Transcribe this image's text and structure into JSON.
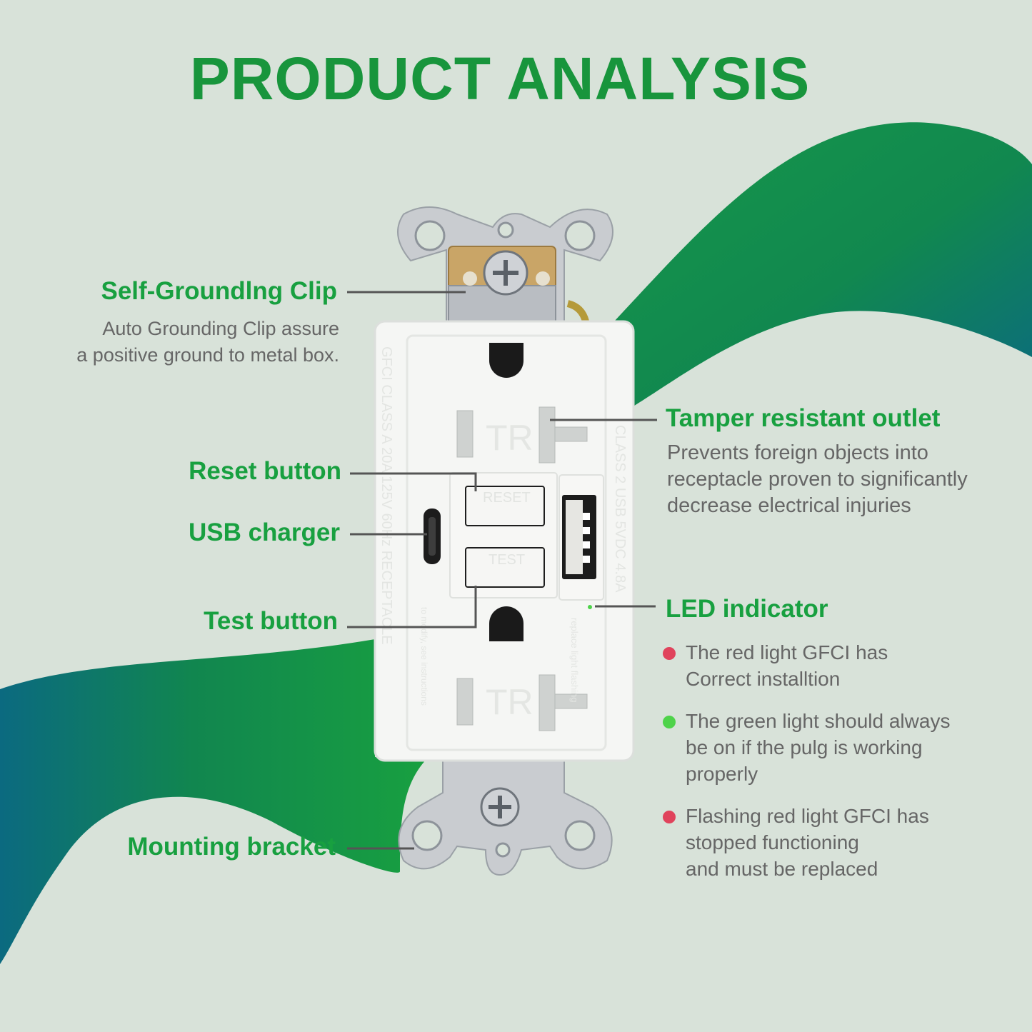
{
  "title": "PRODUCT ANALYSIS",
  "colors": {
    "accent": "#18953c",
    "background": "#d8e2d9",
    "wave_green": "#14954a",
    "wave_teal": "#0a6a7f",
    "red_dot": "#e0435c",
    "green_dot": "#4ed34a"
  },
  "callouts": {
    "self_grounding": {
      "title": "Self-Groundlng Clip",
      "desc": [
        "Auto Grounding Clip assure",
        "a positive ground to metal box."
      ]
    },
    "reset": {
      "title": "Reset button"
    },
    "usb": {
      "title": "USB charger"
    },
    "test": {
      "title": "Test button"
    },
    "mounting": {
      "title": "Mounting bracket"
    },
    "tamper": {
      "title": "Tamper resistant outlet",
      "desc": [
        "Prevents foreign objects into",
        "receptacle proven to significantly",
        "decrease electrical injuries"
      ]
    },
    "led": {
      "title": "LED indicator",
      "items": [
        {
          "color": "red",
          "lines": [
            "The red light GFCI has",
            "Correct installtion"
          ]
        },
        {
          "color": "green",
          "lines": [
            "The green light should always",
            "be on if the pulg is working",
            "properly"
          ]
        },
        {
          "color": "red",
          "lines": [
            "Flashing red light GFCI has",
            "stopped functioning",
            "and must be replaced"
          ]
        }
      ]
    }
  },
  "device": {
    "reset_label": "RESET",
    "test_label": "TEST",
    "tr_label": "TR",
    "left_print": "GFCI CLASS A  20A 125V 60Hz RECEPTACLE",
    "right_print": "CLASS 2  USB  5VDC 4.8A",
    "led_print": "replace light flashing",
    "inner_print": "to modify, see instructions"
  }
}
